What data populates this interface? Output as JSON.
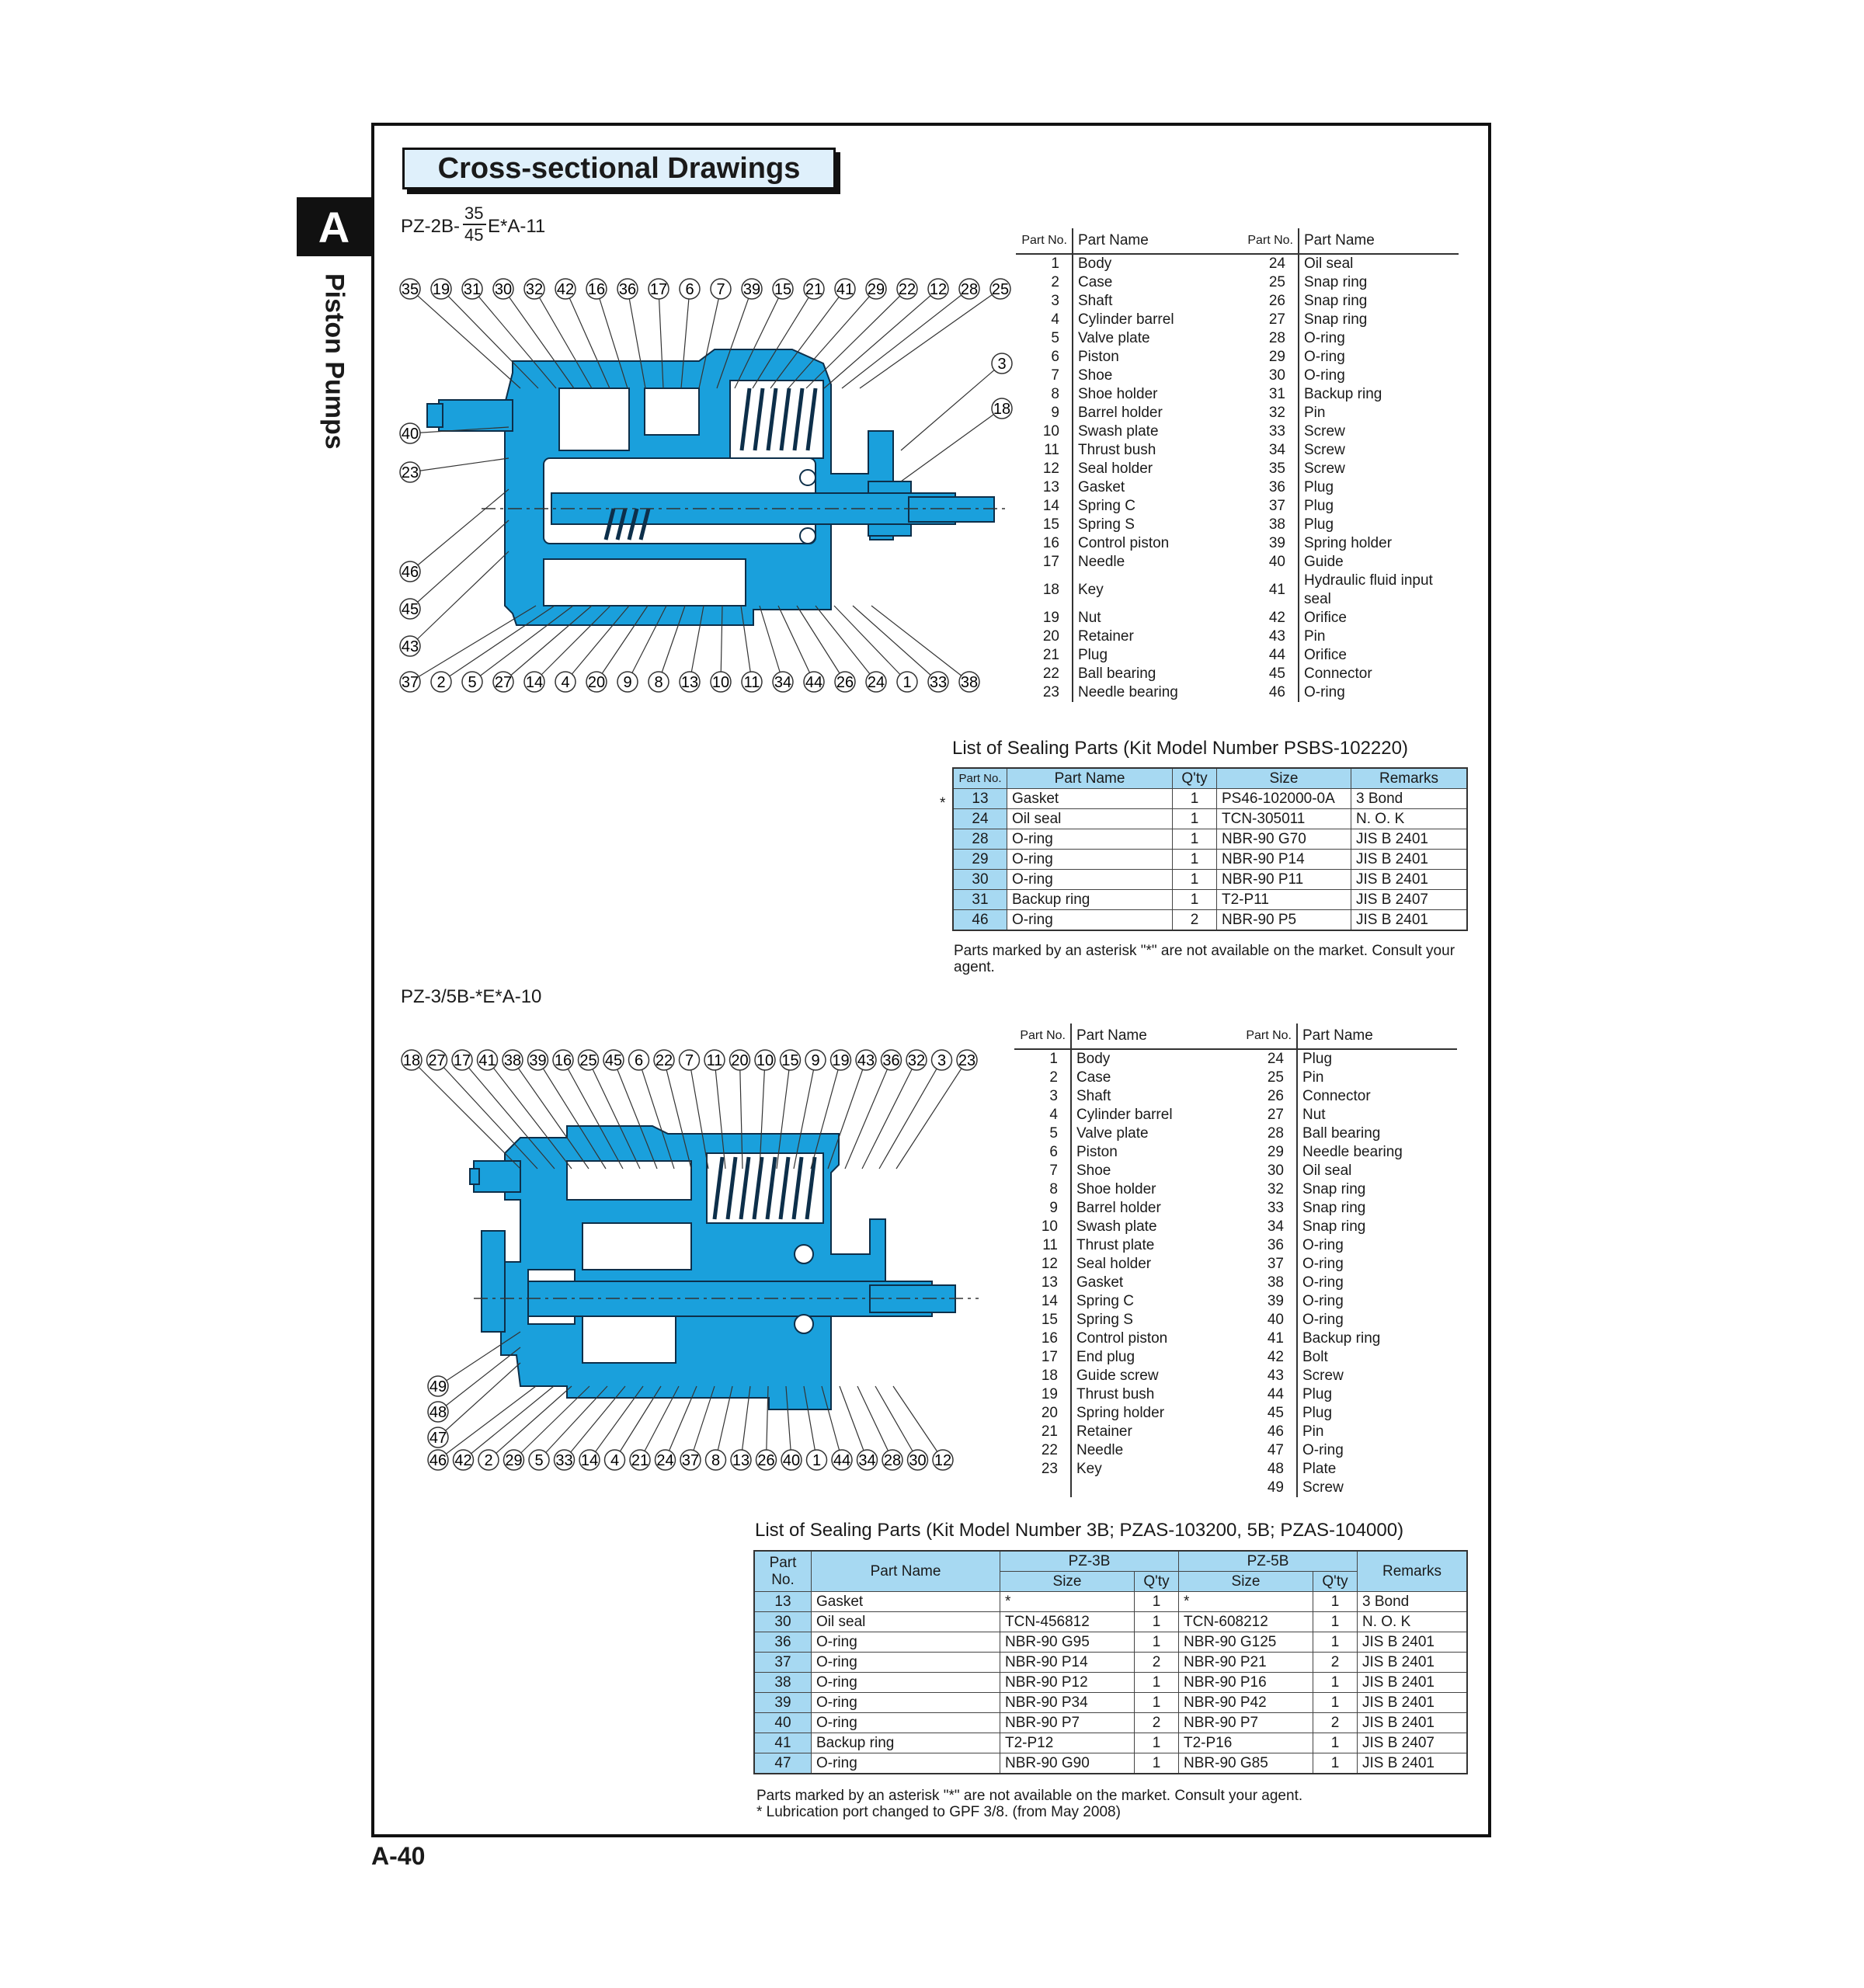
{
  "side_tab": {
    "letter": "A",
    "label": "Piston Pumps"
  },
  "page_number": "A-40",
  "title": "Cross-sectional Drawings",
  "colors": {
    "pump_blue": "#1aa0dc",
    "table_header": "#a7d9f2",
    "title_bg": "#dff0fb"
  },
  "model1": {
    "prefix": "PZ-2B-",
    "frac_top": "35",
    "frac_bottom": "45",
    "suffix": "E*A-11",
    "callouts_top": [
      "35",
      "19",
      "31",
      "30",
      "32",
      "42",
      "16",
      "36",
      "17",
      "6",
      "7",
      "39",
      "15",
      "21",
      "41",
      "29",
      "22",
      "12",
      "28",
      "25"
    ],
    "callouts_bottom": [
      "37",
      "2",
      "5",
      "27",
      "14",
      "4",
      "20",
      "9",
      "8",
      "13",
      "10",
      "11",
      "34",
      "44",
      "26",
      "24",
      "1",
      "33",
      "38"
    ],
    "callouts_left": [
      "40",
      "23",
      "46",
      "45",
      "43"
    ],
    "callouts_right": [
      "3",
      "18"
    ],
    "parts_header": {
      "no": "Part No.",
      "name": "Part Name"
    },
    "parts_left": [
      [
        "1",
        "Body"
      ],
      [
        "2",
        "Case"
      ],
      [
        "3",
        "Shaft"
      ],
      [
        "4",
        "Cylinder barrel"
      ],
      [
        "5",
        "Valve plate"
      ],
      [
        "6",
        "Piston"
      ],
      [
        "7",
        "Shoe"
      ],
      [
        "8",
        "Shoe holder"
      ],
      [
        "9",
        "Barrel holder"
      ],
      [
        "10",
        "Swash plate"
      ],
      [
        "11",
        "Thrust bush"
      ],
      [
        "12",
        "Seal holder"
      ],
      [
        "13",
        "Gasket"
      ],
      [
        "14",
        "Spring C"
      ],
      [
        "15",
        "Spring S"
      ],
      [
        "16",
        "Control piston"
      ],
      [
        "17",
        "Needle"
      ],
      [
        "18",
        "Key"
      ],
      [
        "19",
        "Nut"
      ],
      [
        "20",
        "Retainer"
      ],
      [
        "21",
        "Plug"
      ],
      [
        "22",
        "Ball bearing"
      ],
      [
        "23",
        "Needle bearing"
      ]
    ],
    "parts_right": [
      [
        "24",
        "Oil seal"
      ],
      [
        "25",
        "Snap ring"
      ],
      [
        "26",
        "Snap ring"
      ],
      [
        "27",
        "Snap ring"
      ],
      [
        "28",
        "O-ring"
      ],
      [
        "29",
        "O-ring"
      ],
      [
        "30",
        "O-ring"
      ],
      [
        "31",
        "Backup ring"
      ],
      [
        "32",
        "Pin"
      ],
      [
        "33",
        "Screw"
      ],
      [
        "34",
        "Screw"
      ],
      [
        "35",
        "Screw"
      ],
      [
        "36",
        "Plug"
      ],
      [
        "37",
        "Plug"
      ],
      [
        "38",
        "Plug"
      ],
      [
        "39",
        "Spring holder"
      ],
      [
        "40",
        "Guide"
      ],
      [
        "41",
        "Hydraulic fluid input seal"
      ],
      [
        "42",
        "Orifice"
      ],
      [
        "43",
        "Pin"
      ],
      [
        "44",
        "Orifice"
      ],
      [
        "45",
        "Connector"
      ],
      [
        "46",
        "O-ring"
      ]
    ],
    "seal_title": "List of Sealing Parts (Kit Model Number PSBS-102220)",
    "seal_headers": [
      "Part No.",
      "Part Name",
      "Q'ty",
      "Size",
      "Remarks"
    ],
    "seal_rows": [
      [
        "13",
        "Gasket",
        "1",
        "PS46-102000-0A",
        "3 Bond"
      ],
      [
        "24",
        "Oil seal",
        "1",
        "TCN-305011",
        "N. O. K"
      ],
      [
        "28",
        "O-ring",
        "1",
        "NBR-90 G70",
        "JIS B 2401"
      ],
      [
        "29",
        "O-ring",
        "1",
        "NBR-90 P14",
        "JIS B 2401"
      ],
      [
        "30",
        "O-ring",
        "1",
        "NBR-90 P11",
        "JIS B 2401"
      ],
      [
        "31",
        "Backup ring",
        "1",
        "T2-P11",
        "JIS B 2407"
      ],
      [
        "46",
        "O-ring",
        "2",
        "NBR-90 P5",
        "JIS B 2401"
      ]
    ],
    "seal_asterisk": "*",
    "seal_note": "Parts marked by an asterisk \"*\" are not available on the market. Consult your agent."
  },
  "model2": {
    "label": "PZ-3/5B-*E*A-10",
    "callouts_top": [
      "18",
      "27",
      "17",
      "41",
      "38",
      "39",
      "16",
      "25",
      "45",
      "6",
      "22",
      "7",
      "11",
      "20",
      "10",
      "15",
      "9",
      "19",
      "43",
      "36",
      "32",
      "3",
      "23"
    ],
    "callouts_bottom": [
      "46",
      "42",
      "2",
      "29",
      "5",
      "33",
      "14",
      "4",
      "21",
      "24",
      "37",
      "8",
      "13",
      "26",
      "40",
      "1",
      "44",
      "34",
      "28",
      "30",
      "12"
    ],
    "callouts_left": [
      "49",
      "48",
      "47"
    ],
    "parts_header": {
      "no": "Part No.",
      "name": "Part Name"
    },
    "parts_left": [
      [
        "1",
        "Body"
      ],
      [
        "2",
        "Case"
      ],
      [
        "3",
        "Shaft"
      ],
      [
        "4",
        "Cylinder barrel"
      ],
      [
        "5",
        "Valve plate"
      ],
      [
        "6",
        "Piston"
      ],
      [
        "7",
        "Shoe"
      ],
      [
        "8",
        "Shoe holder"
      ],
      [
        "9",
        "Barrel holder"
      ],
      [
        "10",
        "Swash plate"
      ],
      [
        "11",
        "Thrust plate"
      ],
      [
        "12",
        "Seal holder"
      ],
      [
        "13",
        "Gasket"
      ],
      [
        "14",
        "Spring C"
      ],
      [
        "15",
        "Spring S"
      ],
      [
        "16",
        "Control piston"
      ],
      [
        "17",
        "End plug"
      ],
      [
        "18",
        "Guide screw"
      ],
      [
        "19",
        "Thrust bush"
      ],
      [
        "20",
        "Spring holder"
      ],
      [
        "21",
        "Retainer"
      ],
      [
        "22",
        "Needle"
      ],
      [
        "23",
        "Key"
      ]
    ],
    "parts_right": [
      [
        "24",
        "Plug"
      ],
      [
        "25",
        "Pin"
      ],
      [
        "26",
        "Connector"
      ],
      [
        "27",
        "Nut"
      ],
      [
        "28",
        "Ball bearing"
      ],
      [
        "29",
        "Needle bearing"
      ],
      [
        "30",
        "Oil seal"
      ],
      [
        "32",
        "Snap ring"
      ],
      [
        "33",
        "Snap ring"
      ],
      [
        "34",
        "Snap ring"
      ],
      [
        "36",
        "O-ring"
      ],
      [
        "37",
        "O-ring"
      ],
      [
        "38",
        "O-ring"
      ],
      [
        "39",
        "O-ring"
      ],
      [
        "40",
        "O-ring"
      ],
      [
        "41",
        "Backup ring"
      ],
      [
        "42",
        "Bolt"
      ],
      [
        "43",
        "Screw"
      ],
      [
        "44",
        "Plug"
      ],
      [
        "45",
        "Plug"
      ],
      [
        "46",
        "Pin"
      ],
      [
        "47",
        "O-ring"
      ],
      [
        "48",
        "Plate"
      ],
      [
        "49",
        "Screw"
      ]
    ],
    "seal_title": "List of Sealing Parts (Kit Model Number 3B; PZAS-103200, 5B; PZAS-104000)",
    "seal_headers": {
      "part_line1": "Part",
      "part_line2": "No.",
      "name": "Part Name",
      "g1": "PZ-3B",
      "g2": "PZ-5B",
      "size": "Size",
      "qty": "Q'ty",
      "remarks": "Remarks"
    },
    "seal_rows": [
      [
        "13",
        "Gasket",
        "*",
        "1",
        "*",
        "1",
        "3 Bond"
      ],
      [
        "30",
        "Oil seal",
        "TCN-456812",
        "1",
        "TCN-608212",
        "1",
        "N. O. K"
      ],
      [
        "36",
        "O-ring",
        "NBR-90 G95",
        "1",
        "NBR-90 G125",
        "1",
        "JIS B 2401"
      ],
      [
        "37",
        "O-ring",
        "NBR-90 P14",
        "2",
        "NBR-90 P21",
        "2",
        "JIS B 2401"
      ],
      [
        "38",
        "O-ring",
        "NBR-90 P12",
        "1",
        "NBR-90 P16",
        "1",
        "JIS B 2401"
      ],
      [
        "39",
        "O-ring",
        "NBR-90 P34",
        "1",
        "NBR-90 P42",
        "1",
        "JIS B 2401"
      ],
      [
        "40",
        "O-ring",
        "NBR-90 P7",
        "2",
        "NBR-90 P7",
        "2",
        "JIS B 2401"
      ],
      [
        "41",
        "Backup ring",
        "T2-P12",
        "1",
        "T2-P16",
        "1",
        "JIS B 2407"
      ],
      [
        "47",
        "O-ring",
        "NBR-90 G90",
        "1",
        "NBR-90 G85",
        "1",
        "JIS B 2401"
      ]
    ],
    "seal_note1": "Parts marked by an asterisk \"*\" are not available on the market. Consult your agent.",
    "seal_note2": "* Lubrication port changed to GPF 3/8. (from May 2008)"
  }
}
